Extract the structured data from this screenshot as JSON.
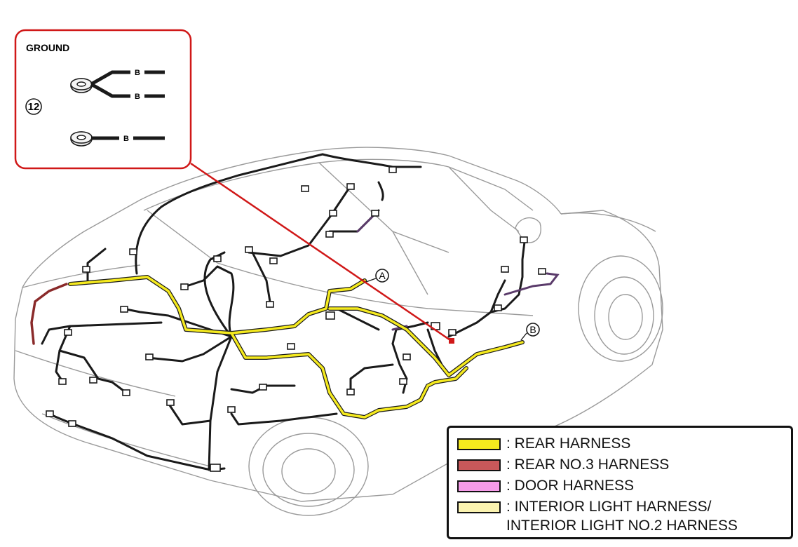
{
  "callout": {
    "title": "GROUND",
    "number": "12",
    "wire_labels": [
      "B",
      "B",
      "B"
    ]
  },
  "reference_points": [
    "A",
    "B"
  ],
  "legend": {
    "items": [
      {
        "label": ": REAR HARNESS",
        "color": "#f5ea1e"
      },
      {
        "label": ": REAR NO.3 HARNESS",
        "color": "#c8585a"
      },
      {
        "label": ": DOOR HARNESS",
        "color": "#f59be8"
      },
      {
        "label": ": INTERIOR LIGHT HARNESS/",
        "color": "#fbf3b0"
      }
    ],
    "continuation": "INTERIOR LIGHT NO.2 HARNESS"
  },
  "colors": {
    "callout_border": "#d01818",
    "leader_line": "#d01818",
    "car_outline": "#9a9a9a",
    "wire": "#1a1a1a"
  }
}
